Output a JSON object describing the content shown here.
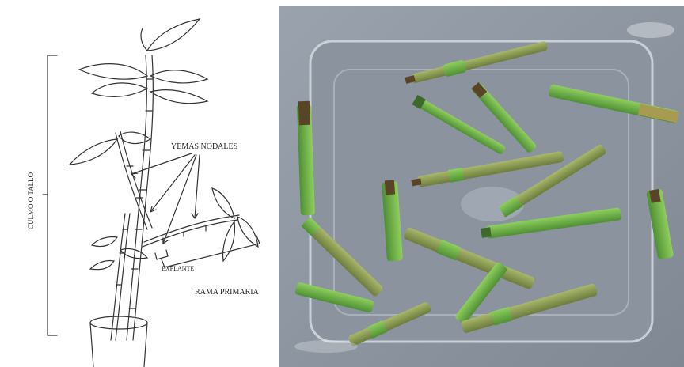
{
  "diagram": {
    "labels": {
      "culmo": "CULMO O TALLO",
      "yemas": "YEMAS NODALES",
      "explante": "EXPLANTE",
      "rama": "RAMA PRIMARIA"
    },
    "colors": {
      "ink": "#333333"
    }
  },
  "photo": {
    "colors": {
      "container": "#8f98a4",
      "stem_green": "#6fb04a",
      "stem_dark": "#3d6a2a",
      "node_brown": "#5a4428"
    }
  }
}
